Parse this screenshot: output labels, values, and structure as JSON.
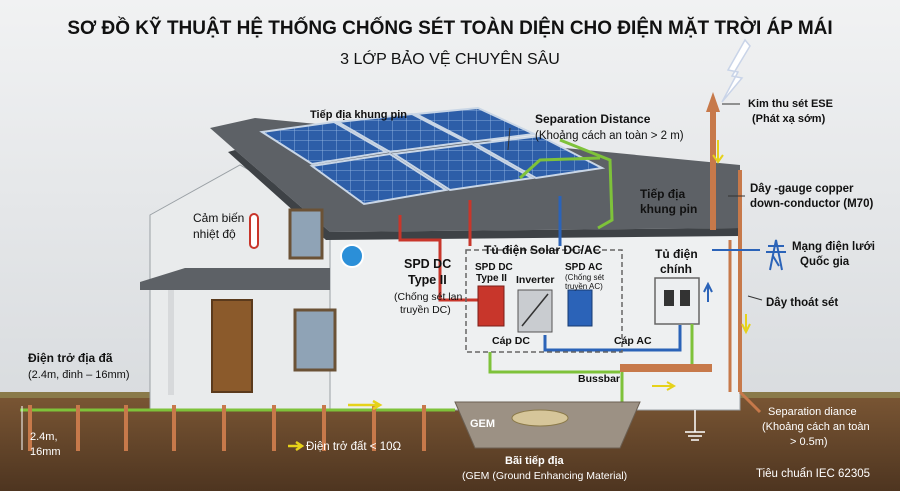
{
  "title": "SƠ ĐỒ KỸ THUẬT HỆ THỐNG CHỐNG SÉT TOÀN DIỆN CHO ĐIỆN MẶT TRỜI ÁP MÁI",
  "subtitle": "3 LỚP BẢO VỆ CHUYÊN SÂU",
  "labels": {
    "frame_ground_top": "Tiếp địa khung pin",
    "separation_title": "Separation Distance",
    "separation_sub": "(Khoảng cách an toàn > 2 m)",
    "ese_line1": "Kim thu sét ESE",
    "ese_line2": "(Phát xạ sớm)",
    "frame_ground_right_1": "Tiếp địa",
    "frame_ground_right_2": "khung pin",
    "copper_line1": "Dây -gauge copper",
    "copper_line2": "down-conductor (M70)",
    "sensor_line1": "Cảm biến",
    "sensor_line2": "nhiệt độ",
    "solar_cabinet": "Tủ điện Solar DC/AC",
    "spd_dc_line1": "SPD DC",
    "spd_dc_line2": "Type II",
    "spd_dc_line3": "(Chống sét lan",
    "spd_dc_line4": "truyền DC)",
    "spd_dc_box_1": "SPD DC",
    "spd_dc_box_2": "Type II",
    "inverter": "Inverter",
    "spd_ac_1": "SPD AC",
    "spd_ac_2": "(Chống sét",
    "spd_ac_3": "truyền AC)",
    "main_panel_1": "Tủ điện",
    "main_panel_2": "chính",
    "grid_1": "Mạng điện lưới",
    "grid_2": "Quốc gia",
    "drain_wire": "Dây thoát sét",
    "cable_dc": "Cáp DC",
    "cable_ac": "Cáp AC",
    "bussbar": "Bussbar",
    "rock_resist_1": "Điện trở địa đã",
    "rock_resist_2": "(2.4m, đinh – 16mm)",
    "rod_dims_1": "2.4m,",
    "rod_dims_2": "16mm",
    "soil_resist": "Điện trở đất < 10Ω",
    "gem": "GEM",
    "ground_field_1": "Bãi tiếp địa",
    "ground_field_2": "(GEM (Ground Enhancing Material)",
    "sep2_line1": "Separation diance",
    "sep2_line2": "(Khoảng cách an toàn",
    "sep2_line3": "> 0.5m)",
    "standard": "Tiêu chuẩn IEC 62305"
  },
  "colors": {
    "sky": "#e6e8ea",
    "roof": "#5d6166",
    "wall": "#eef0f1",
    "panel": "#2f5fa8",
    "dc_red": "#c8362b",
    "ac_blue": "#2b63b8",
    "ground_green": "#7ec23a",
    "copper": "#c7794a",
    "soil": "#6b4a2c"
  }
}
